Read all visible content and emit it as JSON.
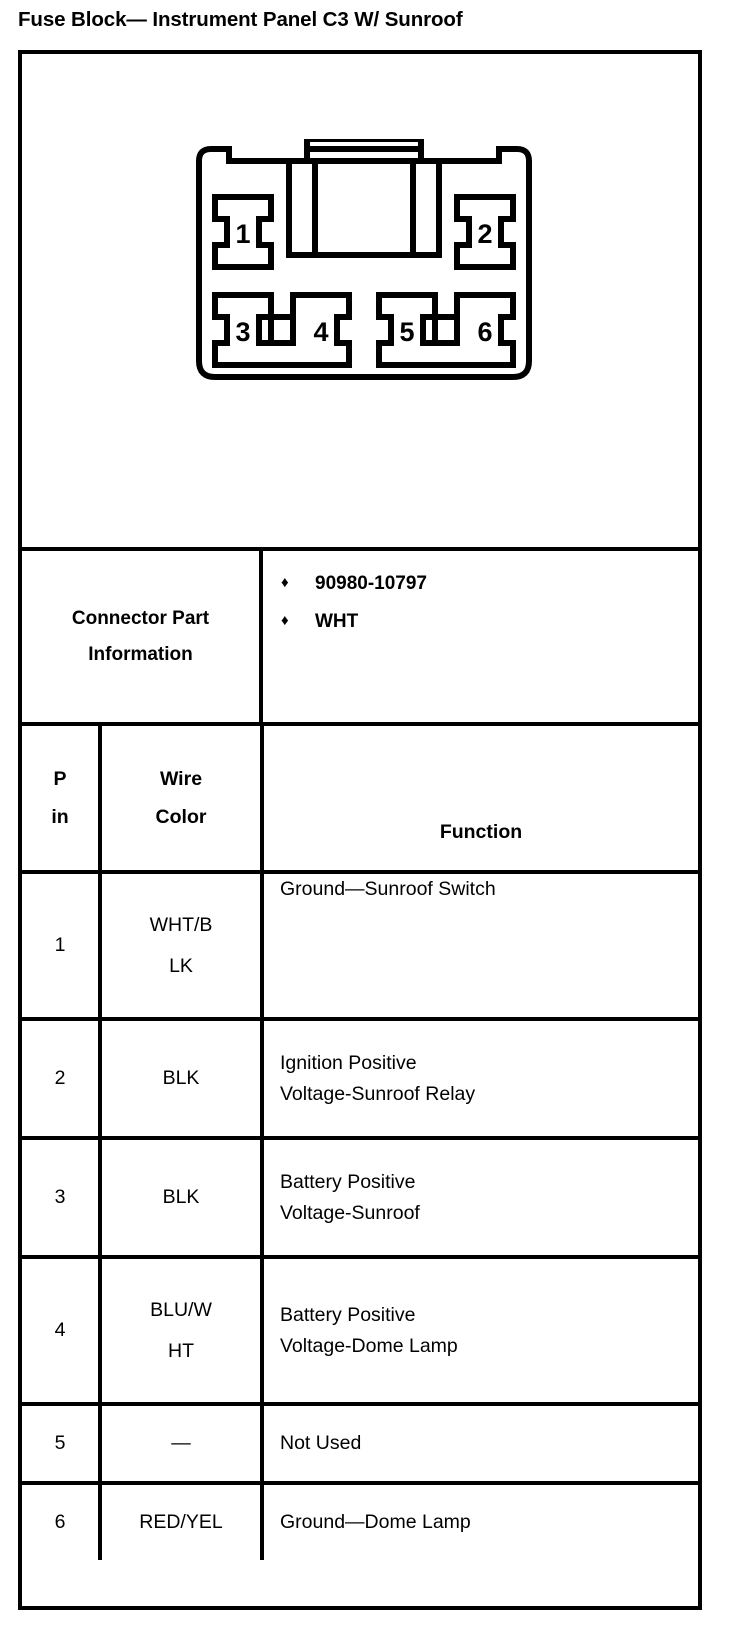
{
  "title": "Fuse Block— Instrument Panel C3 W/ Sunroof",
  "connector_diagram": {
    "name": "connector-face-view",
    "cavity_count": 6,
    "pin_labels": [
      "1",
      "2",
      "3",
      "4",
      "5",
      "6"
    ],
    "top_row_pins": [
      "1",
      "2"
    ],
    "bottom_row_pins": [
      "3",
      "4",
      "5",
      "6"
    ]
  },
  "connector_part_information": {
    "label": "Connector Part\nInformation",
    "label_line1": "Connector Part",
    "label_line2": "Information",
    "bullet_glyph": "♦",
    "items": [
      "90980-10797",
      "WHT"
    ]
  },
  "pin_table": {
    "headers": {
      "pin_line1": "P",
      "pin_line2": "in",
      "color_line1": "Wire",
      "color_line2": "Color",
      "function": "Function"
    },
    "rows": [
      {
        "pin": "1",
        "wire_color_line1": "WHT/B",
        "wire_color_line2": "LK",
        "function_line1": "Ground—Sunroof Switch",
        "function_line2": ""
      },
      {
        "pin": "2",
        "wire_color_line1": "BLK",
        "wire_color_line2": "",
        "function_line1": "Ignition Positive",
        "function_line2": "Voltage-Sunroof Relay"
      },
      {
        "pin": "3",
        "wire_color_line1": "BLK",
        "wire_color_line2": "",
        "function_line1": "Battery Positive",
        "function_line2": "Voltage-Sunroof"
      },
      {
        "pin": "4",
        "wire_color_line1": "BLU/W",
        "wire_color_line2": "HT",
        "function_line1": "Battery Positive",
        "function_line2": "Voltage-Dome Lamp"
      },
      {
        "pin": "5",
        "wire_color_line1": "—",
        "wire_color_line2": "",
        "function_line1": "Not Used",
        "function_line2": ""
      },
      {
        "pin": "6",
        "wire_color_line1": "RED/YEL",
        "wire_color_line2": "",
        "function_line1": "Ground—Dome Lamp",
        "function_line2": ""
      }
    ]
  },
  "colors": {
    "ink": "#000000",
    "paper": "#ffffff"
  }
}
